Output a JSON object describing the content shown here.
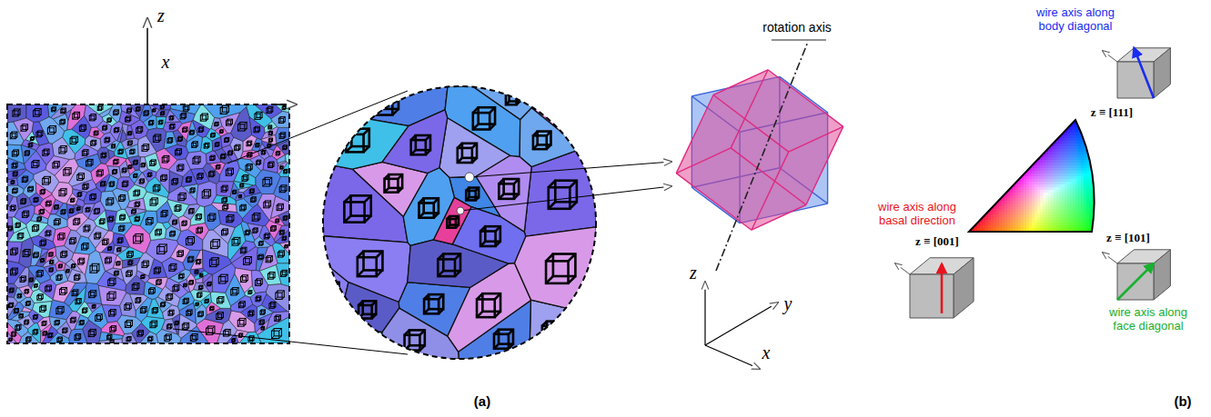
{
  "diagram": {
    "labels": [
      "z",
      "x",
      "rotation axis",
      "z",
      "y",
      "x",
      "(a)",
      "wire axis along body diagonal",
      "z ≡ [111]",
      "wire axis along basal direction",
      "z ≡ [001]",
      "z ≡ [101]",
      "wire axis along face diagonal",
      "(b)"
    ]
  }
}
